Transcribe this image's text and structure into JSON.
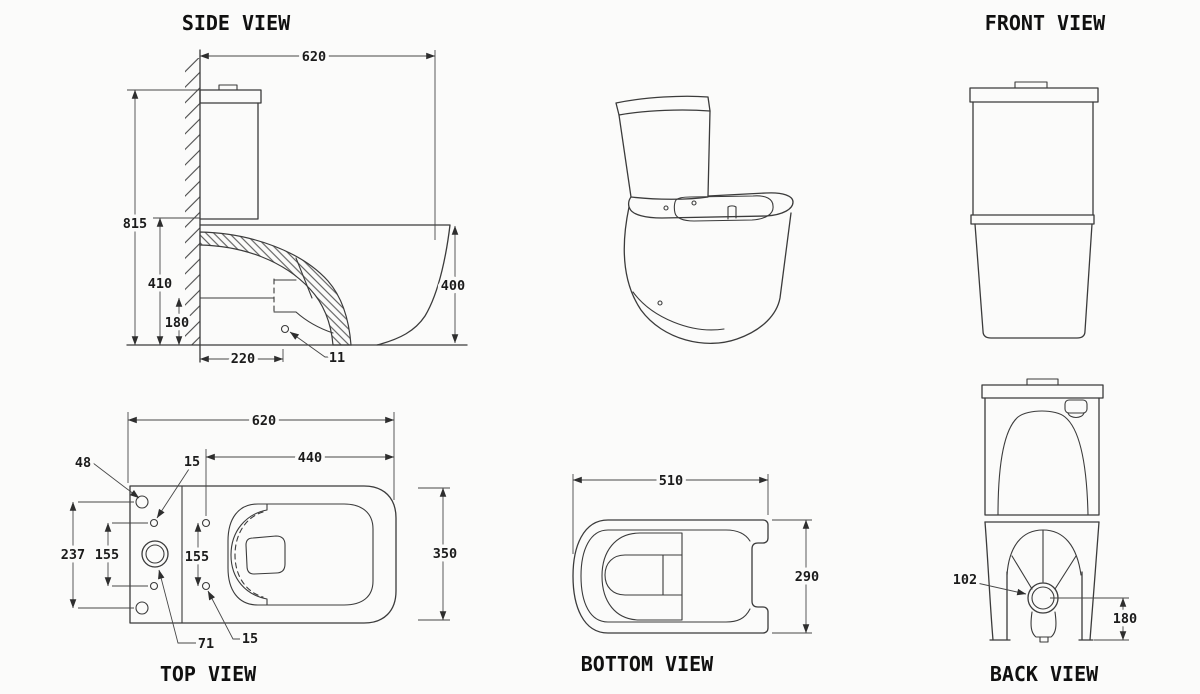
{
  "palette": {
    "paper": "#fbfbfa",
    "line": "#3b3b3b",
    "text": "#1b1b1b"
  },
  "views": {
    "side": {
      "title": "SIDE VIEW",
      "dims": {
        "depth": "620",
        "height": "815",
        "rim_height": "410",
        "trap_height": "180",
        "trap_setout": "220",
        "fixing_hole": "11",
        "bowl_height": "400"
      }
    },
    "front": {
      "title": "FRONT VIEW"
    },
    "top": {
      "title": "TOP VIEW",
      "dims": {
        "depth": "620",
        "seat_length": "440",
        "hole_offset": "48",
        "hole_top": "15",
        "fixing_span": "237",
        "pitch_left": "155",
        "pitch_mid": "155",
        "width": "350",
        "inlet": "71",
        "hole_bottom": "15"
      }
    },
    "bottom": {
      "title": "BOTTOM VIEW",
      "dims": {
        "length": "510",
        "width": "290"
      }
    },
    "back": {
      "title": "BACK VIEW",
      "dims": {
        "outlet": "102",
        "outlet_height": "180"
      }
    }
  }
}
